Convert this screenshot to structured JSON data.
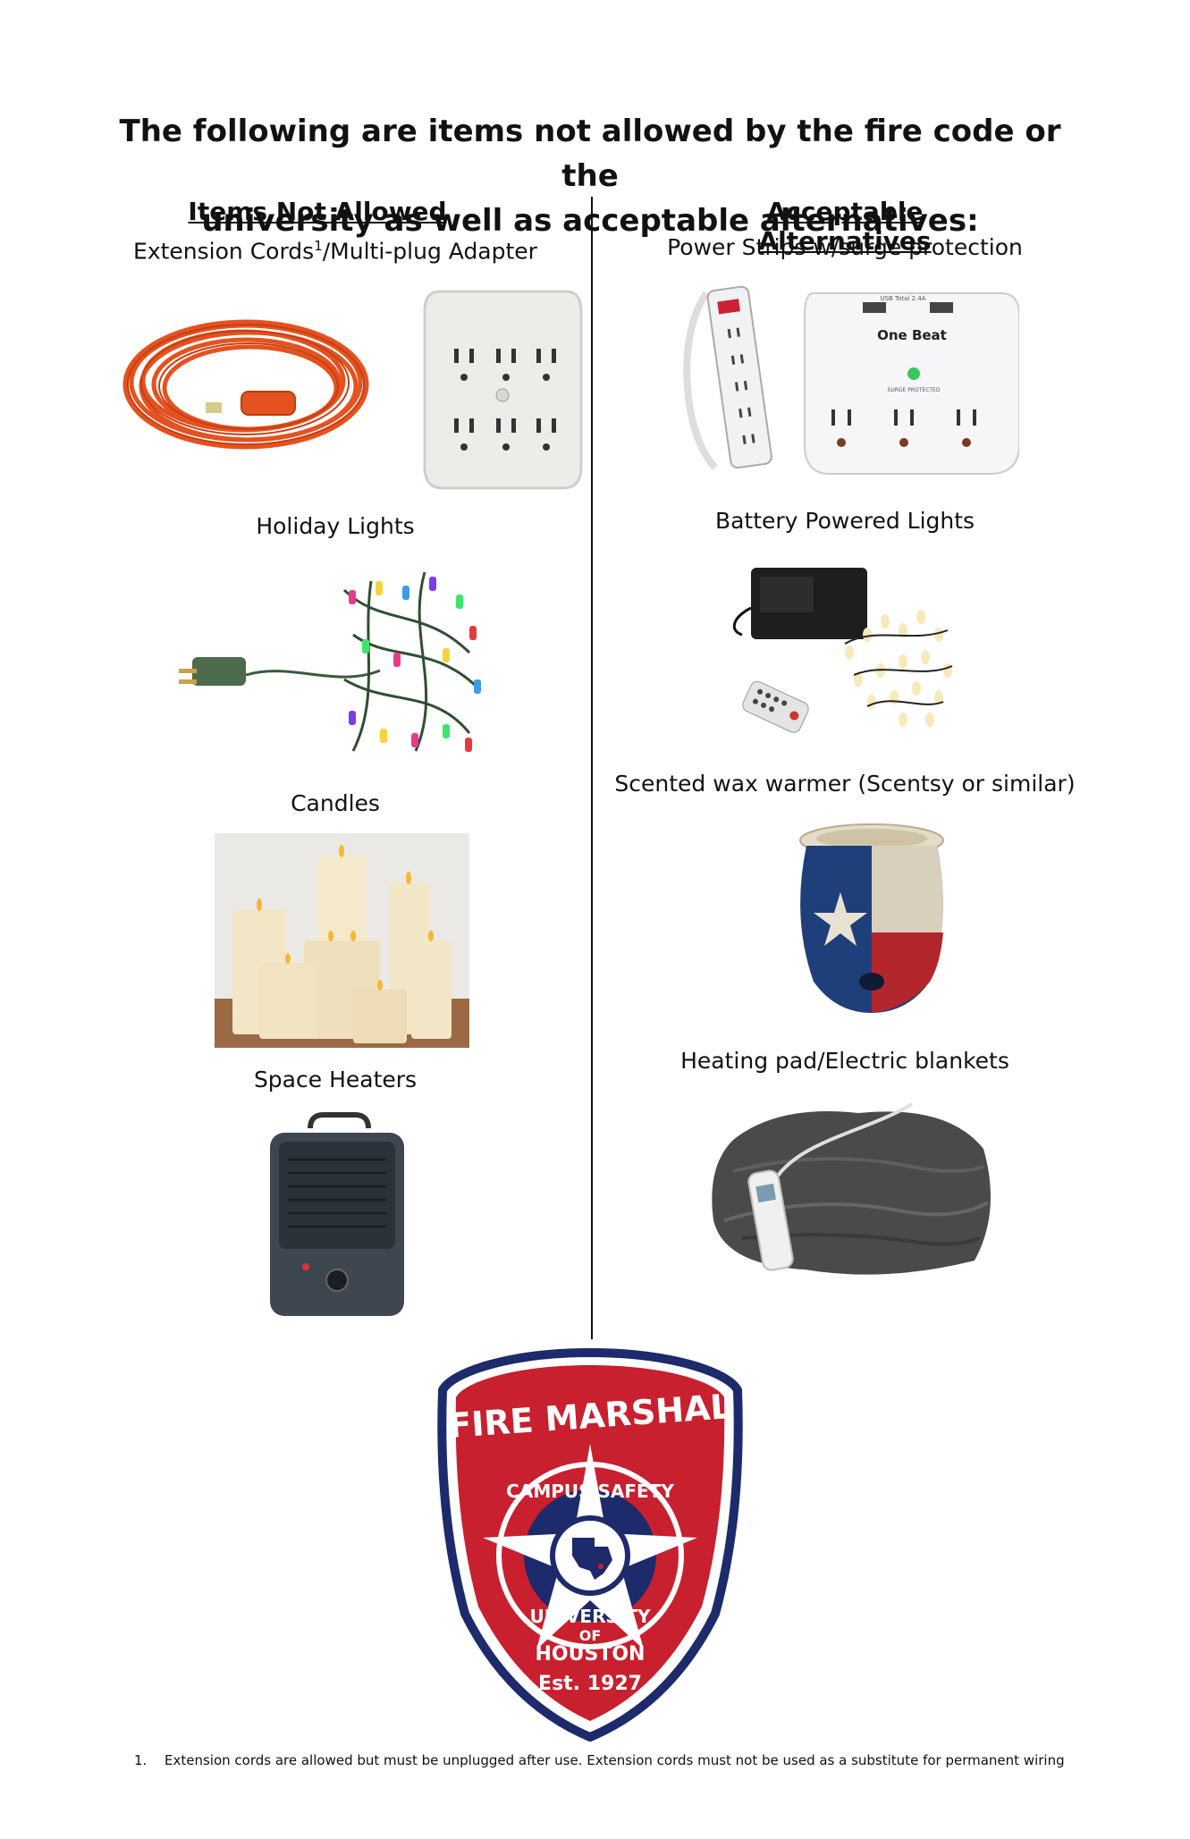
{
  "title_line1": "The following are items not allowed by the fire code or the",
  "title_line2": "university as well as acceptable alternatives:",
  "left_heading": "Items Not Allowed",
  "right_heading": "Acceptable Alternatives",
  "left_items": {
    "extension": "Extension Cords",
    "extension_sup": "1",
    "extension_rest": "/Multi-plug Adapter",
    "holiday": "Holiday Lights",
    "candles": "Candles",
    "heaters": "Space Heaters"
  },
  "right_items": {
    "power_strips": "Power Strips w/surge protection",
    "battery_lights": "Battery Powered Lights",
    "wax_warmer": "Scented wax warmer (Scentsy or similar)",
    "heating_pad": "Heating pad/Electric blankets"
  },
  "product_text": {
    "brand": "One Beat",
    "usb": "USB Total 2.4A",
    "surge": "SURGE PROTECTED"
  },
  "logo": {
    "top": "FIRE MARSHAL",
    "ring_top": "CAMPUS SAFETY",
    "ring_bottom": "UNIVERSITY",
    "of": "OF",
    "houston": "HOUSTON",
    "est": "Est. 1927"
  },
  "footnote": {
    "number": "1.",
    "text": "Extension cords are allowed but must be unplugged after use. Extension cords must not be used as a substitute for permanent wiring"
  }
}
